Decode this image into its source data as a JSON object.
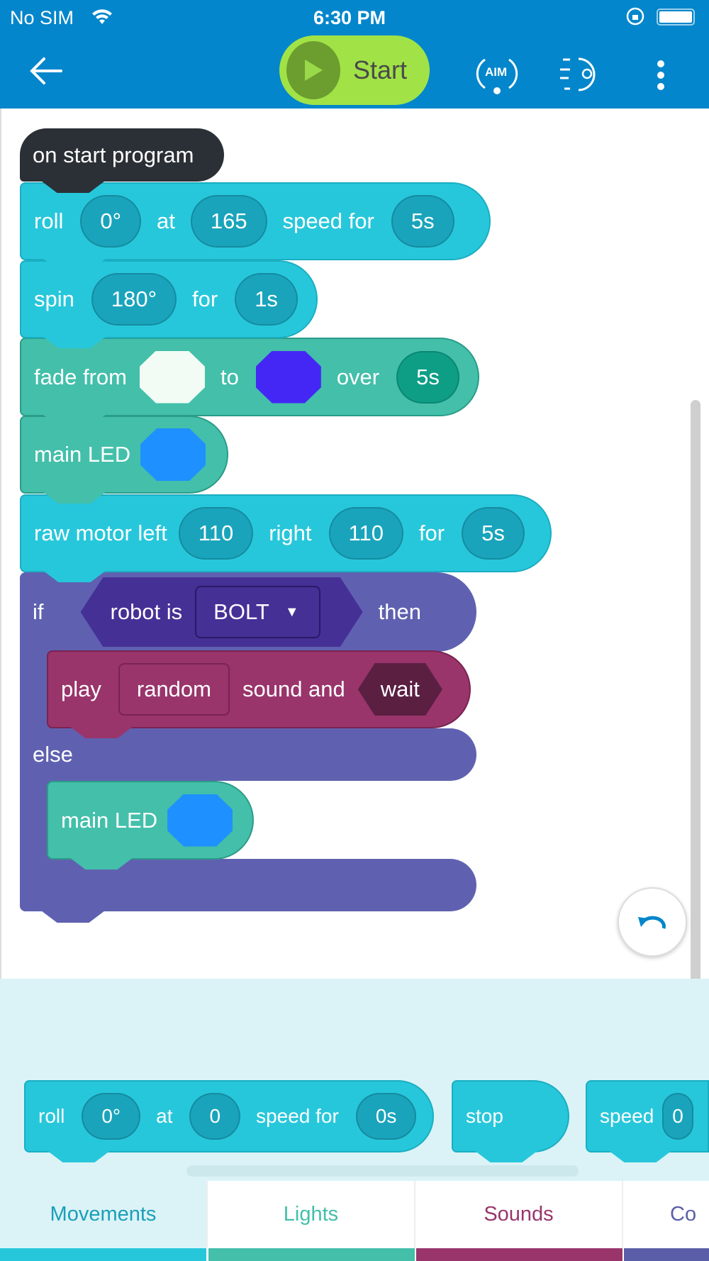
{
  "status_bar": {
    "carrier": "No SIM",
    "time": "6:30 PM"
  },
  "toolbar": {
    "start_label": "Start",
    "aim_label": "AIM"
  },
  "program": {
    "hat": "on start program",
    "roll": {
      "label": "roll",
      "heading": "0°",
      "at": "at",
      "speed": "165",
      "speed_for": "speed for",
      "duration": "5s"
    },
    "spin": {
      "label": "spin",
      "angle": "180°",
      "for": "for",
      "duration": "1s"
    },
    "fade": {
      "label": "fade from",
      "to": "to",
      "over": "over",
      "duration": "5s",
      "from_color": "#f2fcf4",
      "to_color": "#4427f5"
    },
    "main_led": {
      "label": "main LED",
      "color": "#1e90ff"
    },
    "raw_motor": {
      "label": "raw motor left",
      "left": "110",
      "right_label": "right",
      "right": "110",
      "for": "for",
      "duration": "5s"
    },
    "if_block": {
      "if": "if",
      "condition": "robot is",
      "robot": "BOLT",
      "then": "then",
      "else": "else"
    },
    "play": {
      "label": "play",
      "sound": "random",
      "sound_and": "sound and",
      "wait": "wait"
    },
    "else_led": {
      "label": "main LED",
      "color": "#1e90ff"
    }
  },
  "flyout": {
    "roll": {
      "label": "roll",
      "heading": "0°",
      "at": "at",
      "speed": "0",
      "speed_for": "speed for",
      "duration": "0s"
    },
    "stop": {
      "label": "stop"
    },
    "speed": {
      "label": "speed",
      "value": "0"
    }
  },
  "tabs": [
    {
      "label": "Movements",
      "color": "#27c7db",
      "text_color": "#1a9fb8"
    },
    {
      "label": "Lights",
      "color": "#43bfaa",
      "text_color": "#43bfaa"
    },
    {
      "label": "Sounds",
      "color": "#99356b",
      "text_color": "#99356b"
    },
    {
      "label": "Co",
      "color": "#5a5ea8",
      "text_color": "#5a5ea8"
    }
  ]
}
